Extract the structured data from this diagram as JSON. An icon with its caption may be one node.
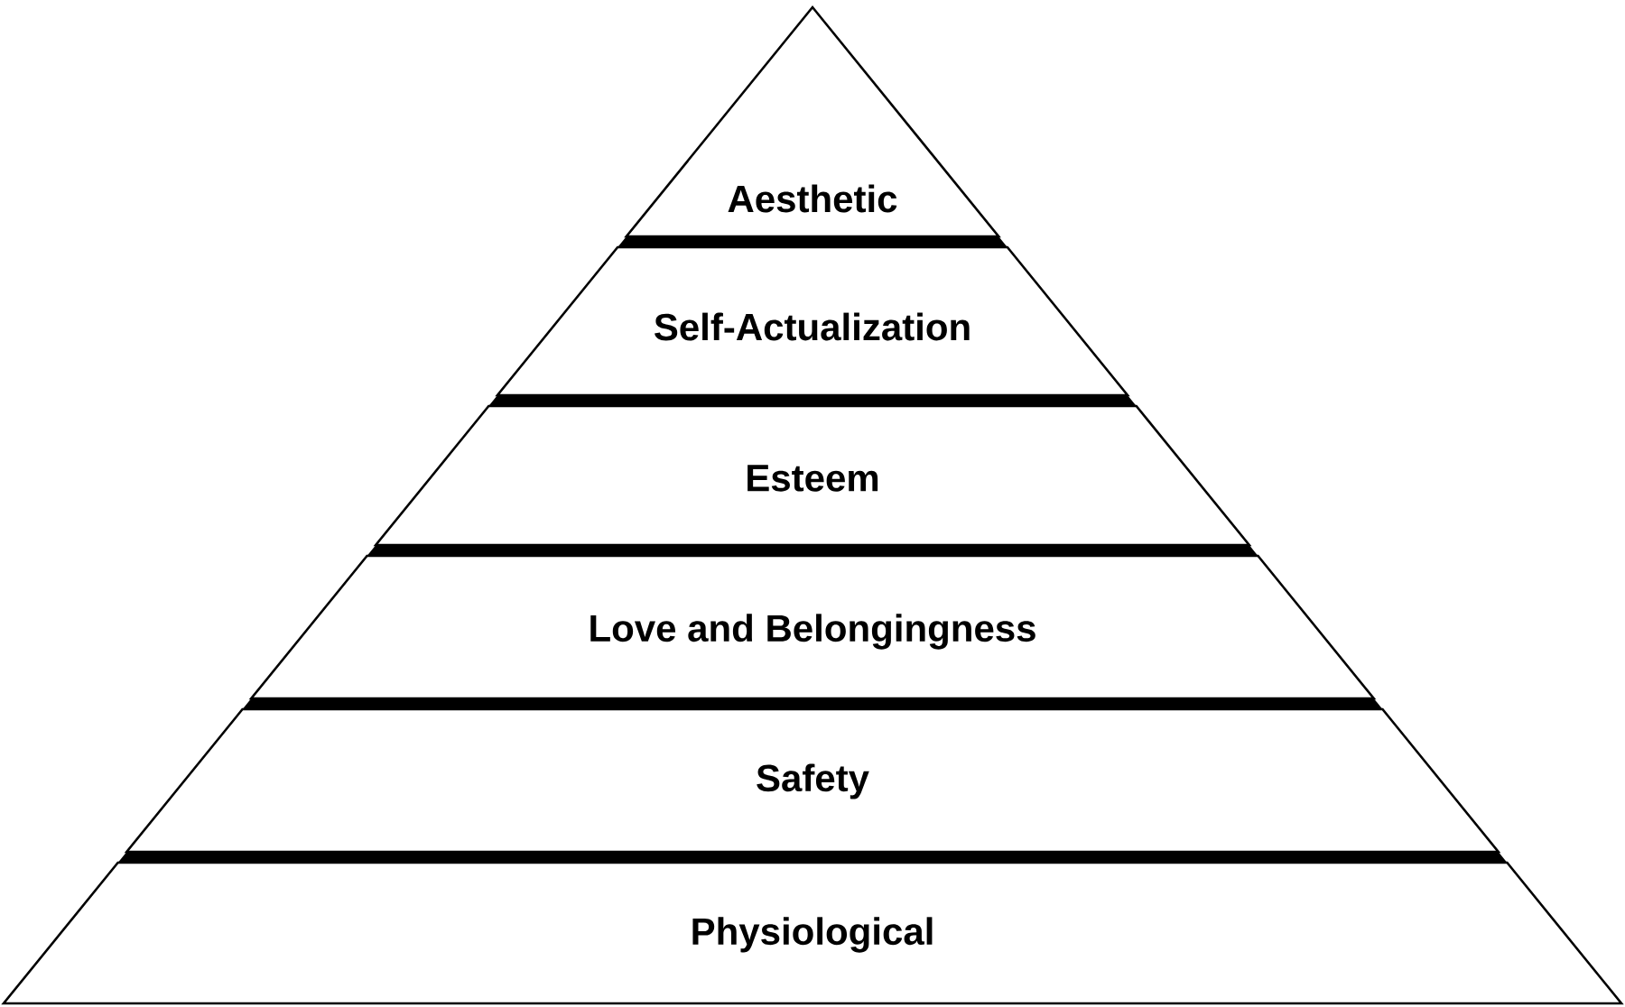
{
  "diagram": {
    "nodes": [
      {
        "text": [
          "Aesthetic"
        ]
      },
      {
        "text": [
          "Self-Actualization"
        ]
      },
      {
        "text": [
          "Esteem"
        ]
      },
      {
        "text": [
          "Love and Belongingness"
        ]
      },
      {
        "text": [
          "Safety"
        ]
      },
      {
        "text": [
          "Physiological"
        ]
      }
    ]
  }
}
